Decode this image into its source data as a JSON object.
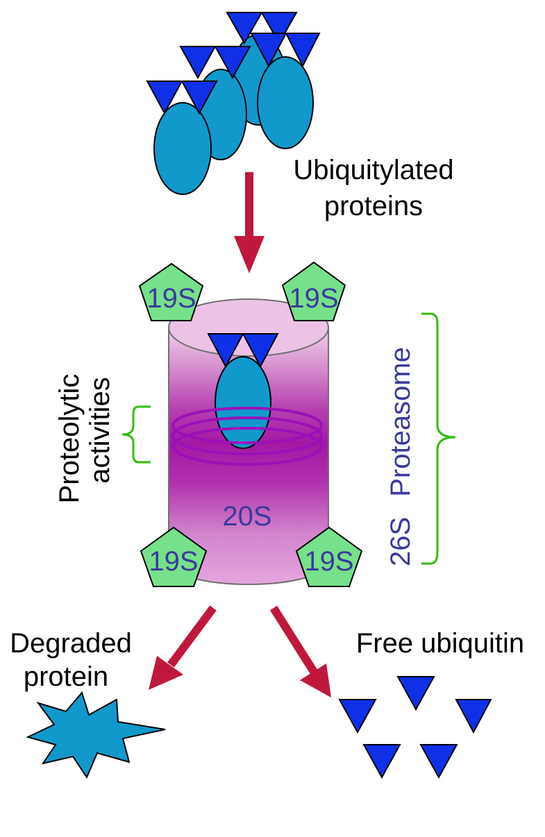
{
  "labels": {
    "ubiquitylated_line1": "Ubiquitylated",
    "ubiquitylated_line2": "proteins",
    "proteolytic_line1": "Proteolytic",
    "proteolytic_line2": "activities",
    "proteasome_26s": "26S",
    "proteasome_word": "Proteasome",
    "core_20s": "20S",
    "cap_19s": "19S",
    "degraded_line1": "Degraded",
    "degraded_line2": "protein",
    "free_ubiquitin": "Free ubiquitin"
  },
  "colors": {
    "protein": "#1199cc",
    "ubiquitin": "#1030e8",
    "arrow": "#c0183c",
    "cap": "#77e08a",
    "cylinder": "#b638b0",
    "rings": "#9a10b8",
    "bracket": "#33bb11",
    "label_blue": "#3a3a9c"
  }
}
